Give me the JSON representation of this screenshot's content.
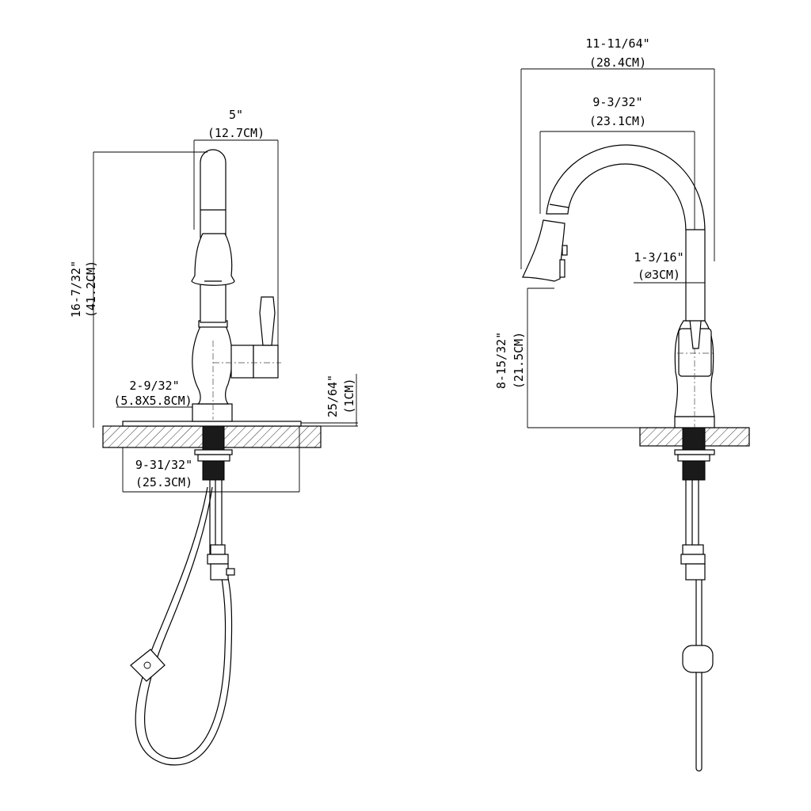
{
  "front_view": {
    "width_in": "5\"",
    "width_cm": "(12.7CM)",
    "height_in": "16-7/32\"",
    "height_cm": "(41.2CM)",
    "base_in": "2-9/32\"",
    "base_cm": "(5.8X5.8CM)",
    "deck_in": "25/64\"",
    "deck_cm": "(1CM)",
    "plate_in": "9-31/32\"",
    "plate_cm": "(25.3CM)"
  },
  "side_view": {
    "reach_in": "11-11/64\"",
    "reach_cm": "(28.4CM)",
    "spout_in": "9-3/32\"",
    "spout_cm": "(23.1CM)",
    "dia_in": "1-3/16\"",
    "dia_cm": "(⌀3CM)",
    "clearance_in": "8-15/32\"",
    "clearance_cm": "(21.5CM)"
  }
}
